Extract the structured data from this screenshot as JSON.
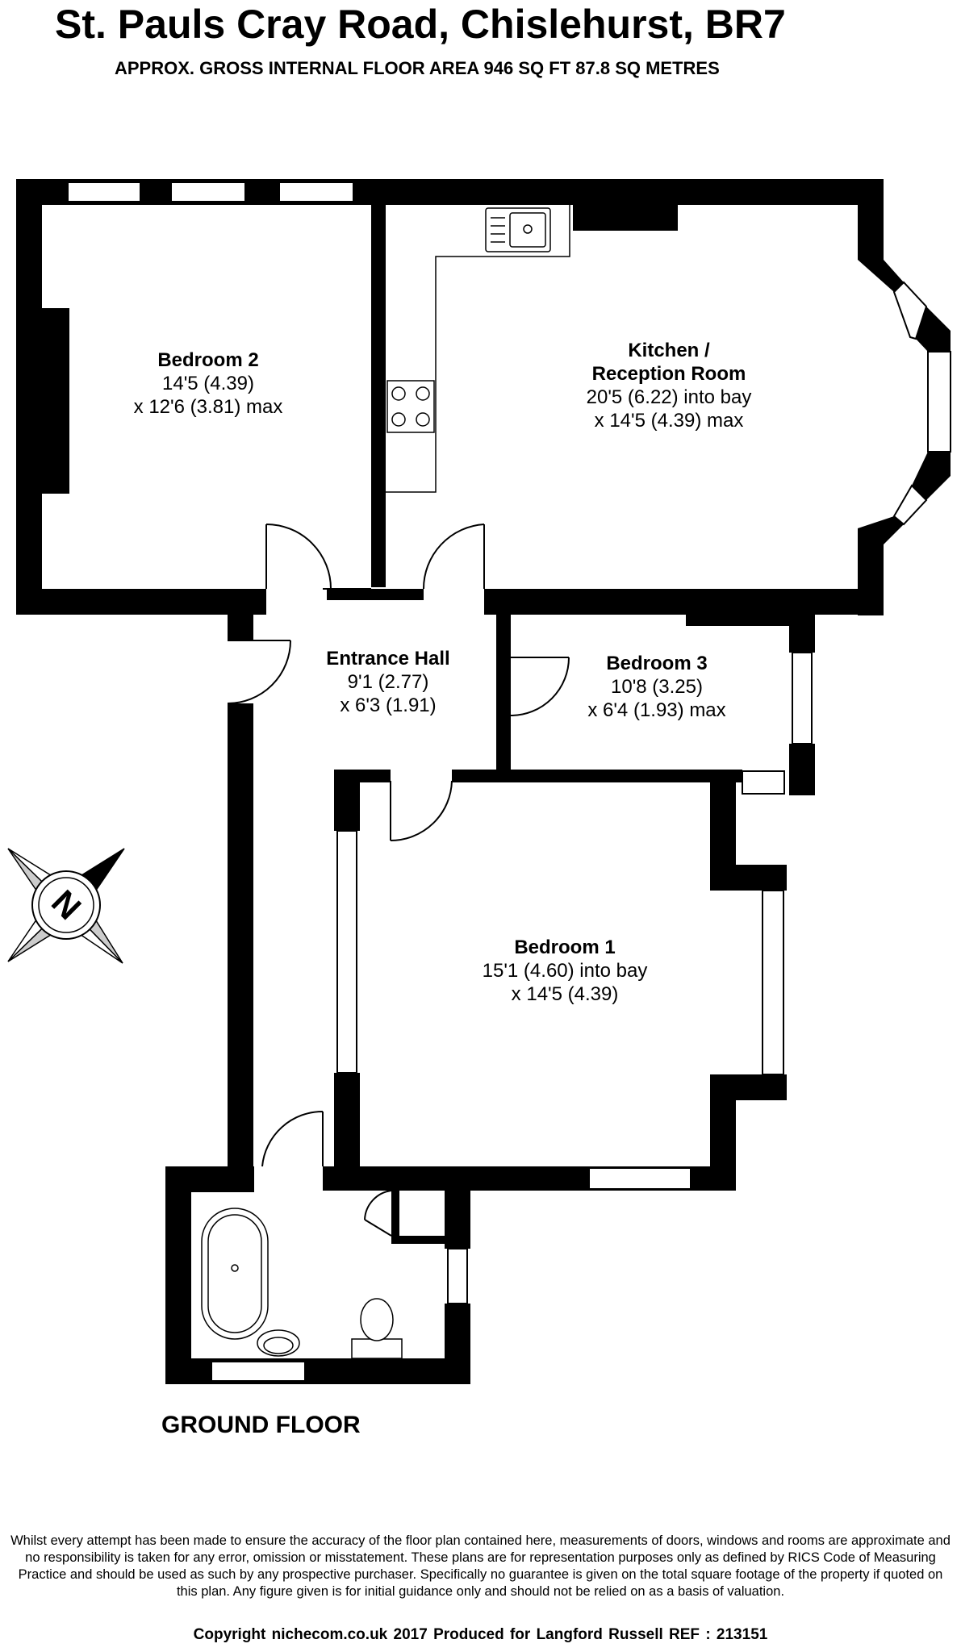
{
  "header": {
    "title": "St. Pauls Cray Road, Chislehurst, BR7",
    "subtitle": "APPROX. GROSS INTERNAL FLOOR AREA 946 SQ FT 87.8 SQ METRES"
  },
  "rooms": [
    {
      "key": "bedroom2",
      "name": "Bedroom 2",
      "line1": "14'5 (4.39)",
      "line2": "x 12'6 (3.81) max"
    },
    {
      "key": "kitchen",
      "name": "Kitchen /",
      "name2": "Reception Room",
      "line1": "20'5 (6.22) into bay",
      "line2": "x 14'5 (4.39) max"
    },
    {
      "key": "hall",
      "name": "Entrance Hall",
      "line1": "9'1 (2.77)",
      "line2": "x 6'3 (1.91)"
    },
    {
      "key": "bedroom3",
      "name": "Bedroom 3",
      "line1": "10'8 (3.25)",
      "line2": "x 6'4 (1.93) max"
    },
    {
      "key": "bedroom1",
      "name": "Bedroom 1",
      "line1": "15'1 (4.60) into bay",
      "line2": "x 14'5 (4.39)"
    }
  ],
  "compass": {
    "letter": "N"
  },
  "floor_label": "GROUND FLOOR",
  "footer": {
    "disclaimer": "Whilst every attempt has been made to ensure the accuracy of the floor plan contained here, measurements of doors, windows and rooms are approximate and no responsibility is taken for any error, omission or misstatement. These plans are for representation purposes only as defined by RICS Code of Measuring Practice and should be used as such by any prospective purchaser. Specifically no guarantee is given on the total square footage of the property if quoted on this plan. Any figure given is for initial guidance only and should not be relied on as a basis of valuation.",
    "copyright": "Copyright nichecom.co.uk 2017   Produced for Langford Russell   REF : 213151"
  },
  "colors": {
    "wall": "#000000",
    "window": "#ffffff",
    "fixture_fill": "#ffffff",
    "compass_grey": "#cccccc"
  }
}
